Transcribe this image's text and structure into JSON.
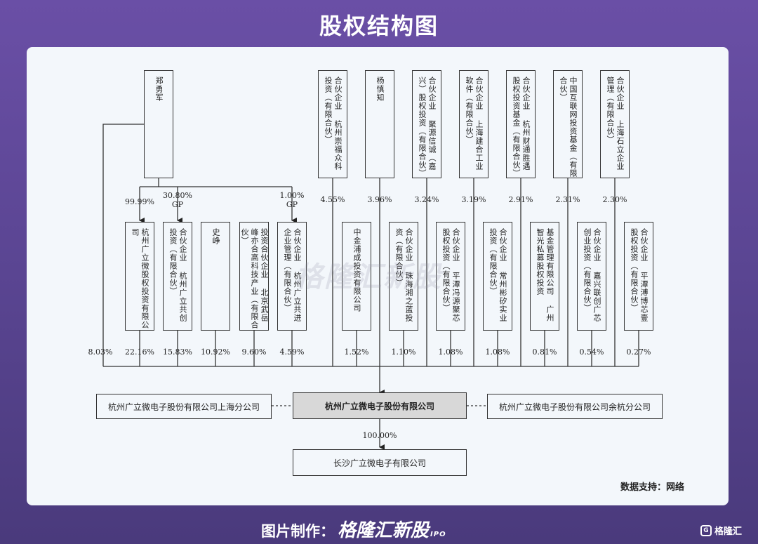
{
  "title": "股权结构图",
  "watermark": "格隆汇新股",
  "source": "数据支持：网络",
  "footer": {
    "prefix": "图片制作：",
    "brand": "格隆汇新股",
    "ipo": "IPO"
  },
  "corner_brand": "格隆汇",
  "top_holders": [
    {
      "name": "郑勇军"
    },
    {
      "name": "合伙企业 杭州崇福众科投资（有限合伙）",
      "pct": "4.55%"
    },
    {
      "name": "杨慎知",
      "pct": "3.96%"
    },
    {
      "name": "合伙企业 聚源信诚（嘉兴）股权投资（有限合伙）",
      "pct": "3.24%"
    },
    {
      "name": "合伙企业 上海建合工业软件（有限合伙）",
      "pct": "3.19%"
    },
    {
      "name": "合伙企业 杭州财通胜遇股权投资基金（有限合伙）",
      "pct": "2.91%"
    },
    {
      "name": "中国互联网投资基金（有限合伙）",
      "pct": "2.31%"
    },
    {
      "name": "合伙企业 上海石立企业管理（有限合伙）",
      "pct": "2.30%"
    }
  ],
  "founder_links": [
    {
      "pct": "99.99%",
      "gp": ""
    },
    {
      "pct": "30.80%",
      "gp": "GP"
    },
    {
      "pct": "1.00%",
      "gp": "GP"
    }
  ],
  "mid_holders": [
    {
      "name": "杭州广立微股权投资有限公司",
      "pct": "22.16%"
    },
    {
      "name": "合伙企业 杭州广立共创投资（有限合伙）",
      "pct": "15.83%"
    },
    {
      "name": "史峥",
      "pct": "10.92%"
    },
    {
      "name": "投资合伙企业 北京武岳峰亦合高科技产业（有限合伙）",
      "pct": "9.60%"
    },
    {
      "name": "合伙企业 杭州广立共进企业管理（有限合伙）",
      "pct": "4.59%"
    },
    {
      "name": "中金浦成投资有限公司",
      "pct": "1.52%"
    },
    {
      "name": "合伙企业 珠海湘之蓝投资（有限合伙）",
      "pct": "1.10%"
    },
    {
      "name": "合伙企业 平潭冯源聚芯股权投资（有限合伙）",
      "pct": "1.08%"
    },
    {
      "name": "合伙企业 常州彬矽实业投资（有限合伙）",
      "pct": "1.08%"
    },
    {
      "name": "基金管理有限公司 广州智光私募股权投资",
      "pct": "0.81%"
    },
    {
      "name": "合伙企业 嘉兴联创广芯创业投资（有限合伙）",
      "pct": "0.54%"
    },
    {
      "name": "合伙企业 平潭溥博芯壹股权投资（有限合伙）",
      "pct": "0.27%"
    }
  ],
  "founder_direct_pct": "8.03%",
  "company": "杭州广立微电子股份有限公司",
  "branch_left": "杭州广立微电子股份有限公司上海分公司",
  "branch_right": "杭州广立微电子股份有限公司余杭分公司",
  "sub_pct": "100.00%",
  "subsidiary": "长沙广立微电子有限公司"
}
